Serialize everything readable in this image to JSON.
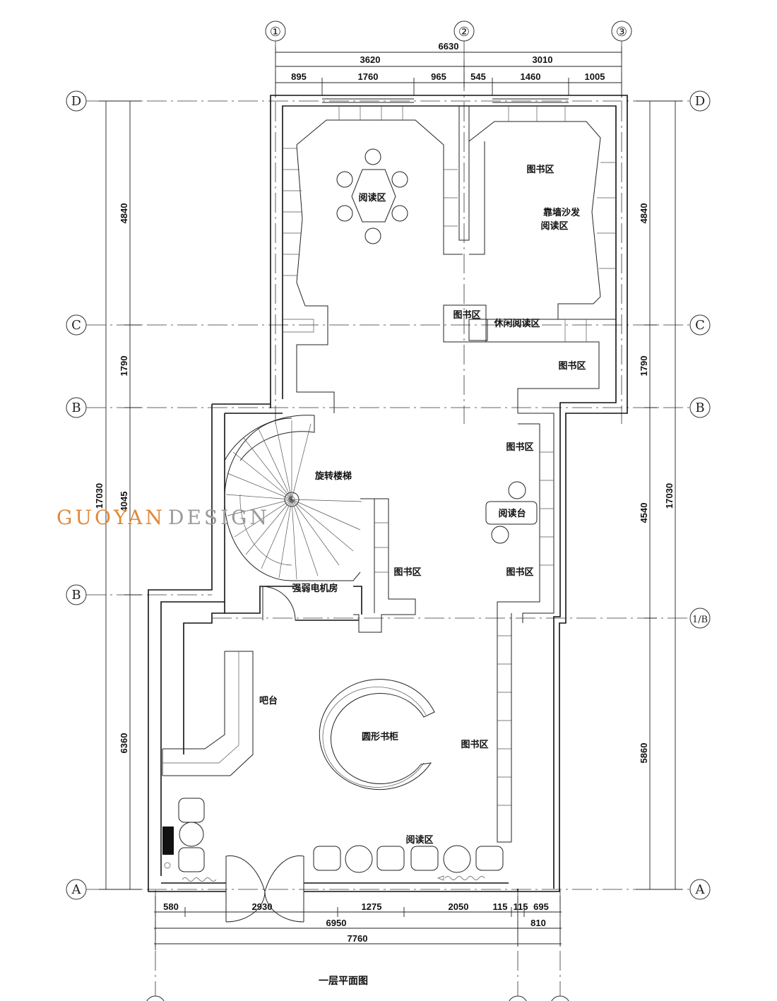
{
  "title": "一层平面图",
  "watermark": {
    "part1": "GUOYAN",
    "part2": "DESIGN",
    "color1": "#e08a3c",
    "color2": "#9a9a9a"
  },
  "axes": {
    "top": [
      "①",
      "②",
      "③"
    ],
    "left": [
      "D",
      "C",
      "B",
      "B",
      "A"
    ],
    "right": [
      "D",
      "C",
      "B",
      "1/B",
      "A"
    ]
  },
  "dimensions": {
    "top_total": "6630",
    "top_mid": [
      "3620",
      "3010"
    ],
    "top_detail": [
      "895",
      "1760",
      "965",
      "545",
      "1460",
      "1005"
    ],
    "left_inner": [
      "4840",
      "1790",
      "4045",
      "6360"
    ],
    "left_total": "17030",
    "right_inner": [
      "4840",
      "1790",
      "4540",
      "5860"
    ],
    "right_total": "17030",
    "bottom_detail": [
      "580",
      "2930",
      "1275",
      "2050",
      "115",
      "115",
      "695"
    ],
    "bottom_mid": [
      "6950",
      "810"
    ],
    "bottom_total": "7760"
  },
  "rooms": {
    "reading_top_left": "阅读区",
    "library_top_right": "图书区",
    "sofa_reading_1": "靠墙沙发",
    "sofa_reading_2": "阅读区",
    "library_mid": "图书区",
    "leisure_reading": "休闲阅读区",
    "library_right_c": "图书区",
    "stairs": "旋转楼梯",
    "library_right_b": "图书区",
    "reading_desk": "阅读台",
    "library_stair": "图书区",
    "library_right_lower": "图书区",
    "machine_room": "强弱电机房",
    "bar": "吧台",
    "round_shelf": "圆形书柜",
    "library_bottom_right": "图书区",
    "reading_bottom": "阅读区"
  }
}
